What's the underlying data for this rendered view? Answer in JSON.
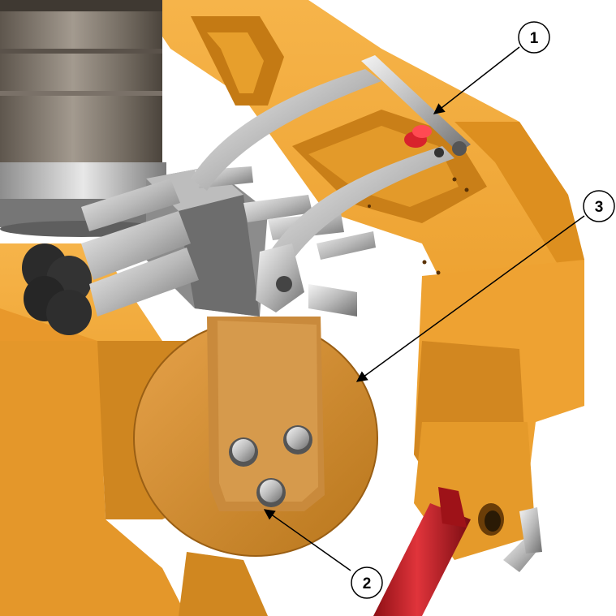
{
  "callouts": [
    {
      "id": "1",
      "label": "1"
    },
    {
      "id": "2",
      "label": "2"
    },
    {
      "id": "3",
      "label": "3"
    }
  ],
  "colors": {
    "frame_orange": "#f2a634",
    "frame_orange_dark": "#d98a1c",
    "frame_orange_shadow": "#b66f12",
    "steel": "#c9c9c9",
    "steel_dark": "#7c7c7c",
    "column_grey": "#8a8177",
    "cylinder_red": "#c8202a",
    "callout_stroke": "#000000"
  },
  "icons": [
    "arrow-icon"
  ]
}
